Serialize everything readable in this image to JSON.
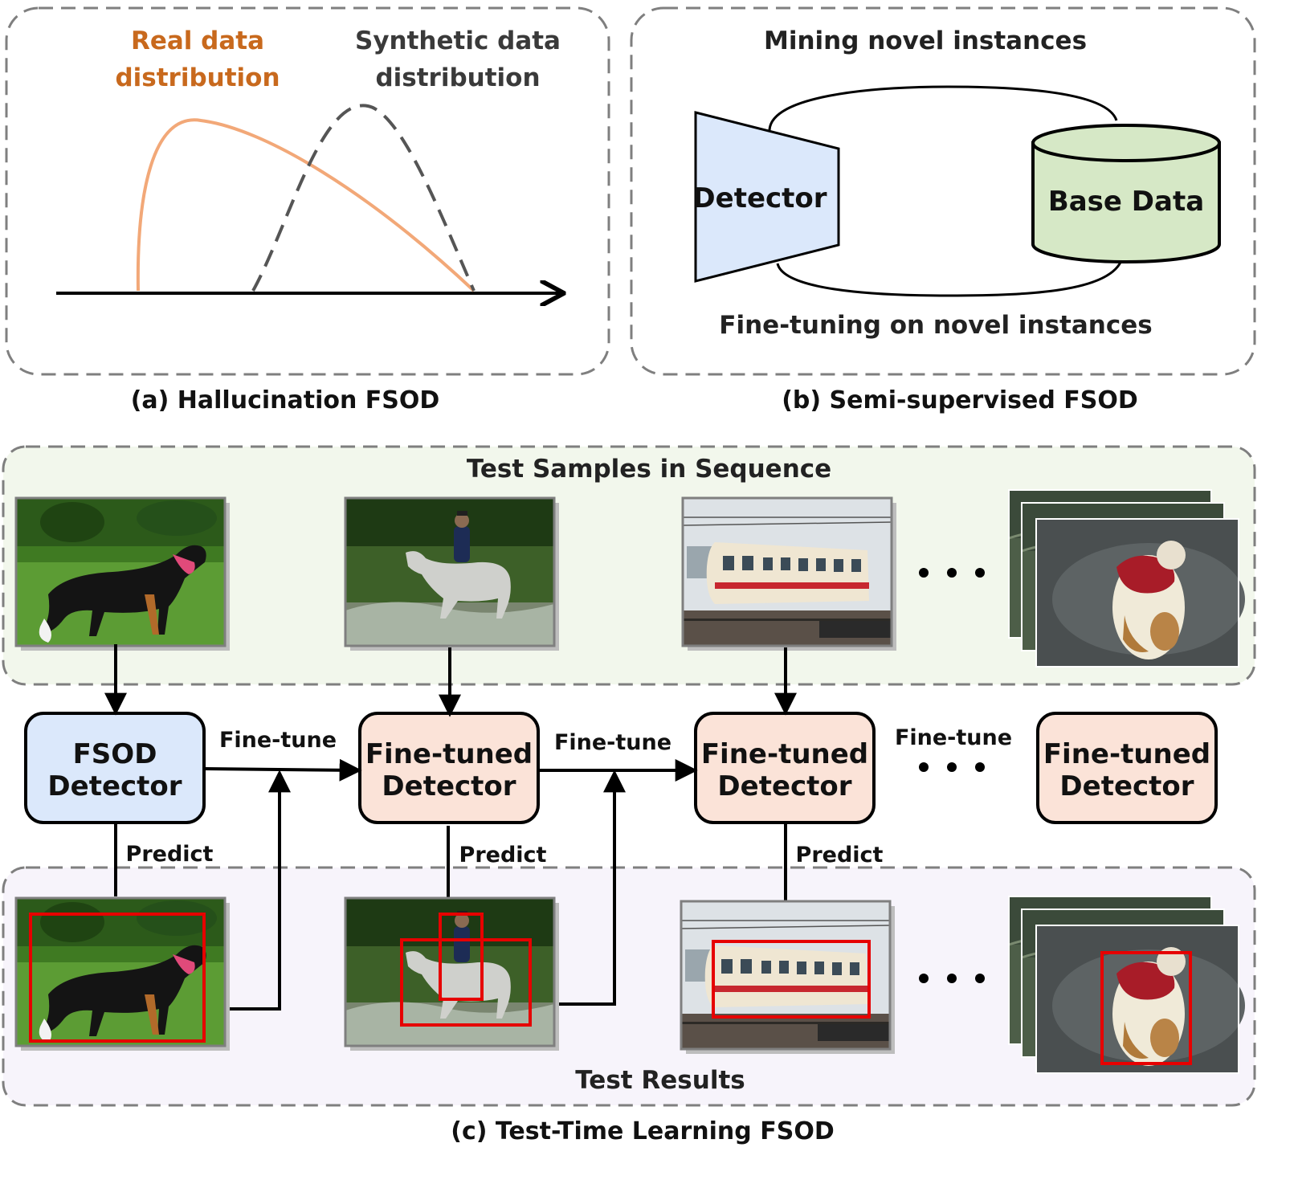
{
  "panel_a": {
    "real_label": [
      "Real data",
      "distribution"
    ],
    "synthetic_label": [
      "Synthetic data",
      "distribution"
    ],
    "caption": "(a) Hallucination FSOD"
  },
  "panel_b": {
    "top_label": "Mining novel instances",
    "detector_label": "Detector",
    "base_data_label": "Base Data",
    "bottom_label": "Fine-tuning on novel instances",
    "caption": "(b) Semi-supervised FSOD"
  },
  "panel_c": {
    "test_samples_title": "Test Samples in Sequence",
    "test_results_title": "Test Results",
    "caption": "(c) Test-Time Learning FSOD",
    "detectors": [
      {
        "lines": [
          "FSOD",
          "Detector"
        ],
        "color": "#dbe8fb"
      },
      {
        "lines": [
          "Fine-tuned",
          "Detector"
        ],
        "color": "#fbe3d8"
      },
      {
        "lines": [
          "Fine-tuned",
          "Detector"
        ],
        "color": "#fbe3d8"
      },
      {
        "lines": [
          "Fine-tuned",
          "Detector"
        ],
        "color": "#fbe3d8"
      }
    ],
    "fine_tune_label": "Fine-tune",
    "predict_label": "Predict",
    "samples": [
      "dog",
      "horse-rider",
      "train",
      "cat"
    ]
  },
  "colors": {
    "real_curve": "#f2a878",
    "detector_fill": "#dbe8fb",
    "base_data_fill": "#d6e8c6",
    "samples_bg": "#f2f7ec",
    "results_bg": "#f7f4fb",
    "bbox": "#e60000"
  }
}
